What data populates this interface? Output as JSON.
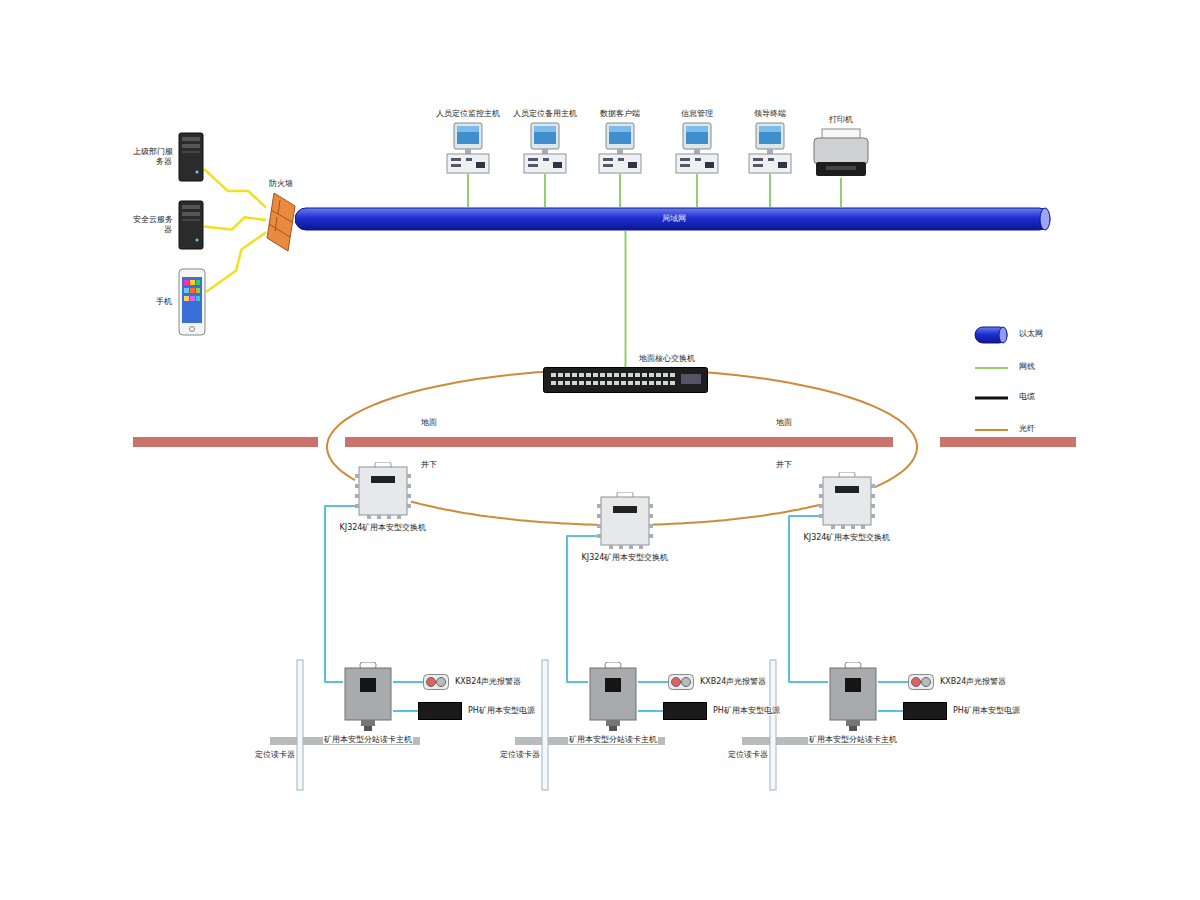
{
  "diagram": {
    "nodes": [
      {
        "text": [
          "上级部门服务器"
        ]
      },
      {
        "text": [
          "安全云服务器"
        ]
      },
      {
        "text": [
          "手机"
        ]
      },
      {
        "text": [
          "防火墙"
        ]
      },
      {
        "text": [
          "人员定位监控主机"
        ]
      },
      {
        "text": [
          "人员定位备用主机"
        ]
      },
      {
        "text": [
          "数据客户端"
        ]
      },
      {
        "text": [
          "信息管理"
        ]
      },
      {
        "text": [
          "领导终端"
        ]
      },
      {
        "text": [
          "打印机"
        ]
      },
      {
        "text": [
          "局域网"
        ]
      },
      {
        "text": [
          "地面核心交换机"
        ]
      },
      {
        "text": [
          "KJ324矿用本安型交换机"
        ]
      },
      {
        "text": [
          "KJ324矿用本安型交换机"
        ]
      },
      {
        "text": [
          "KJ324矿用本安型交换机"
        ]
      },
      {
        "text": [
          "矿用本安型分站读卡主机"
        ]
      },
      {
        "text": [
          "KXB24声光报警器"
        ]
      },
      {
        "text": [
          "PH矿用本安型电源"
        ]
      },
      {
        "text": [
          "矿用本安型分站读卡主机"
        ]
      },
      {
        "text": [
          "KXB24声光报警器"
        ]
      },
      {
        "text": [
          "PH矿用本安型电源"
        ]
      },
      {
        "text": [
          "矿用本安型分站读卡主机"
        ]
      },
      {
        "text": [
          "KXB24声光报警器"
        ]
      },
      {
        "text": [
          "PH矿用本安型电源"
        ]
      }
    ],
    "edges": [
      {
        "from": 0,
        "to": 3,
        "arrow": "none"
      },
      {
        "from": 1,
        "to": 3,
        "arrow": "none"
      },
      {
        "from": 2,
        "to": 3,
        "arrow": "none"
      },
      {
        "from": 3,
        "to": 10,
        "arrow": "none"
      },
      {
        "from": 4,
        "to": 10,
        "arrow": "none"
      },
      {
        "from": 5,
        "to": 10,
        "arrow": "none"
      },
      {
        "from": 6,
        "to": 10,
        "arrow": "none"
      },
      {
        "from": 7,
        "to": 10,
        "arrow": "none"
      },
      {
        "from": 8,
        "to": 10,
        "arrow": "none"
      },
      {
        "from": 9,
        "to": 10,
        "arrow": "none"
      },
      {
        "from": 11,
        "to": 10,
        "arrow": "none"
      },
      {
        "from": 11,
        "to": 12,
        "arrow": "none"
      },
      {
        "from": 12,
        "to": 13,
        "arrow": "none"
      },
      {
        "from": 13,
        "to": 14,
        "arrow": "none"
      },
      {
        "from": 14,
        "to": 11,
        "arrow": "none"
      },
      {
        "from": 12,
        "to": 15,
        "arrow": "none"
      },
      {
        "from": 13,
        "to": 18,
        "arrow": "none"
      },
      {
        "from": 14,
        "to": 21,
        "arrow": "none"
      },
      {
        "from": 15,
        "to": 16,
        "arrow": "none"
      },
      {
        "from": 15,
        "to": 17,
        "arrow": "none"
      },
      {
        "from": 18,
        "to": 19,
        "arrow": "none"
      },
      {
        "from": 18,
        "to": 20,
        "arrow": "none"
      },
      {
        "from": 21,
        "to": 22,
        "arrow": "none"
      },
      {
        "from": 21,
        "to": 23,
        "arrow": "none"
      }
    ],
    "labels": [
      "地面",
      "井下",
      "地面",
      "井下",
      "定位读卡器",
      "定位读卡器",
      "定位读卡器"
    ],
    "legend": [
      {
        "text": "以太网"
      },
      {
        "text": "网线"
      },
      {
        "text": "电缆"
      },
      {
        "text": "光纤"
      }
    ]
  }
}
